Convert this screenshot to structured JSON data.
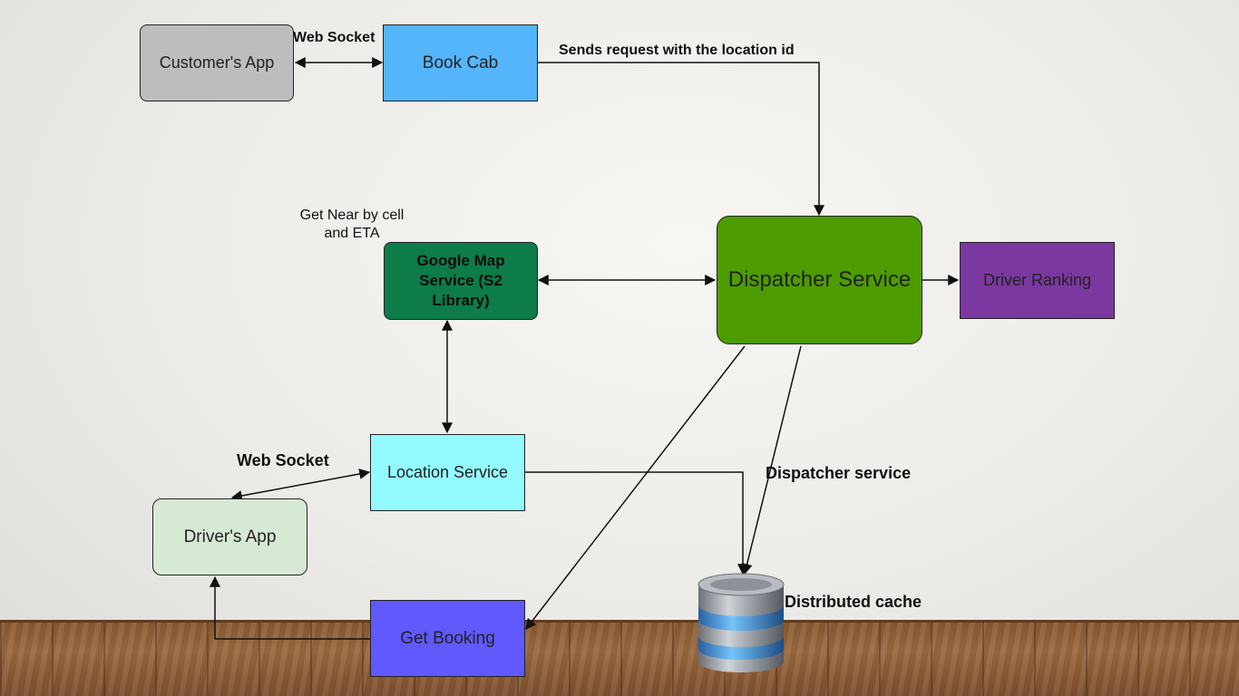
{
  "nodes": {
    "customers_app": {
      "label": "Customer's App",
      "color": "#bdbdbd"
    },
    "book_cab": {
      "label": "Book Cab",
      "color": "#55b5fb"
    },
    "google_map": {
      "label": "Google Map Service (S2 Library)",
      "color": "#0d7c49"
    },
    "dispatcher": {
      "label": "Dispatcher Service",
      "color": "#4d9c00"
    },
    "driver_ranking": {
      "label": "Driver Ranking",
      "color": "#7b38a0"
    },
    "location_service": {
      "label": "Location Service",
      "color": "#93fbff"
    },
    "drivers_app": {
      "label": "Driver's App",
      "color": "#d6e9d4"
    },
    "get_booking": {
      "label": "Get Booking",
      "color": "#6059fd"
    },
    "distributed_cache": {
      "label": "Distributed cache",
      "icon": "database-icon"
    }
  },
  "edge_labels": {
    "customer_web_socket": "Web Socket",
    "sends_request": "Sends request with the location id",
    "get_near_by_cell": "Get Near by cell\nand ETA",
    "driver_web_socket": "Web Socket",
    "dispatcher_service": "Dispatcher service"
  }
}
